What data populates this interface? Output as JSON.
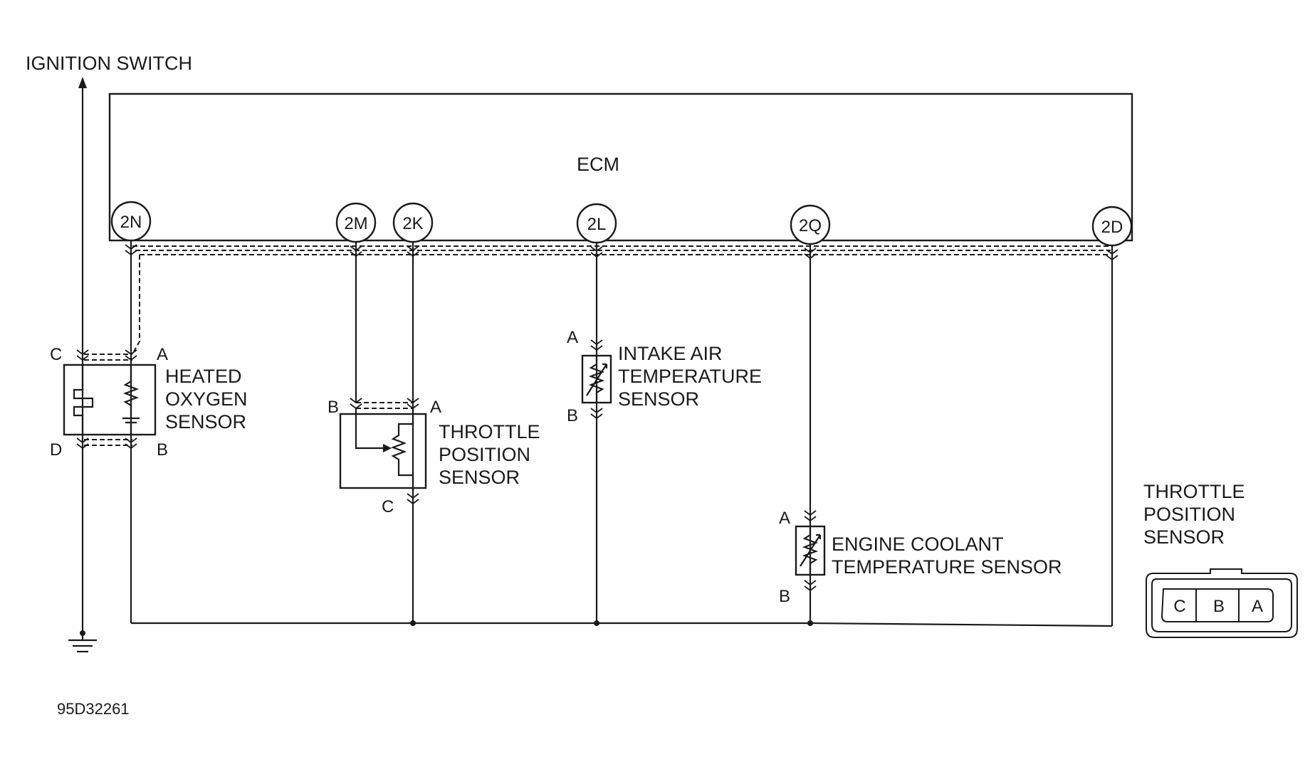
{
  "ignition_switch": "IGNITION SWITCH",
  "ecm": "ECM",
  "terminals": {
    "t2n": "2N",
    "t2m": "2M",
    "t2k": "2K",
    "t2l": "2L",
    "t2q": "2Q",
    "t2d": "2D"
  },
  "heated_oxygen_sensor": {
    "line1": "HEATED",
    "line2": "OXYGEN",
    "line3": "SENSOR",
    "pins": {
      "a": "A",
      "b": "B",
      "c": "C",
      "d": "D"
    }
  },
  "throttle_position_sensor": {
    "line1": "THROTTLE",
    "line2": "POSITION",
    "line3": "SENSOR",
    "pins": {
      "a": "A",
      "b": "B",
      "c": "C"
    }
  },
  "intake_air_temperature_sensor": {
    "line1": "INTAKE AIR",
    "line2": "TEMPERATURE",
    "line3": "SENSOR",
    "pins": {
      "a": "A",
      "b": "B"
    }
  },
  "engine_coolant_temperature_sensor": {
    "line1": "ENGINE COOLANT",
    "line2": "TEMPERATURE SENSOR",
    "pins": {
      "a": "A",
      "b": "B"
    }
  },
  "connector_view": {
    "line1": "THROTTLE",
    "line2": "POSITION",
    "line3": "SENSOR",
    "cavities": {
      "c": "C",
      "b": "B",
      "a": "A"
    }
  },
  "figure_code": "95D32261"
}
